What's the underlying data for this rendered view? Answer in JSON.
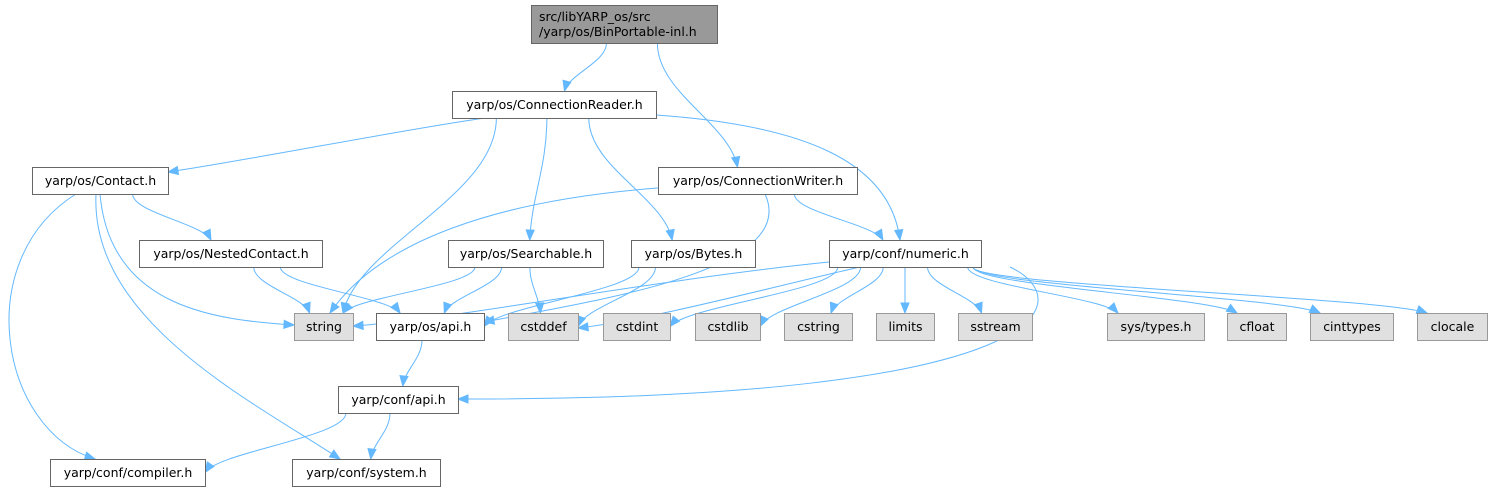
{
  "diagram": {
    "type": "include-dependency-graph",
    "colors": {
      "edge": "#63b8ff",
      "root_fill": "#999999",
      "node_fill": "#ffffff",
      "system_fill": "#e0e0e0",
      "border": "#666666"
    },
    "nodes": [
      {
        "id": "root",
        "lines": [
          "src/libYARP_os/src",
          "/yarp/os/BinPortable-inl.h"
        ],
        "kind": "root"
      },
      {
        "id": "connreader",
        "lines": [
          "yarp/os/ConnectionReader.h"
        ],
        "kind": "normal"
      },
      {
        "id": "connwriter",
        "lines": [
          "yarp/os/ConnectionWriter.h"
        ],
        "kind": "normal"
      },
      {
        "id": "contact",
        "lines": [
          "yarp/os/Contact.h"
        ],
        "kind": "normal"
      },
      {
        "id": "nested",
        "lines": [
          "yarp/os/NestedContact.h"
        ],
        "kind": "normal"
      },
      {
        "id": "searchable",
        "lines": [
          "yarp/os/Searchable.h"
        ],
        "kind": "normal"
      },
      {
        "id": "bytes",
        "lines": [
          "yarp/os/Bytes.h"
        ],
        "kind": "normal"
      },
      {
        "id": "numeric",
        "lines": [
          "yarp/conf/numeric.h"
        ],
        "kind": "normal"
      },
      {
        "id": "string",
        "lines": [
          "string"
        ],
        "kind": "system"
      },
      {
        "id": "osapi",
        "lines": [
          "yarp/os/api.h"
        ],
        "kind": "normal"
      },
      {
        "id": "cstddef",
        "lines": [
          "cstddef"
        ],
        "kind": "system"
      },
      {
        "id": "cstdint",
        "lines": [
          "cstdint"
        ],
        "kind": "system"
      },
      {
        "id": "cstdlib",
        "lines": [
          "cstdlib"
        ],
        "kind": "system"
      },
      {
        "id": "cstring",
        "lines": [
          "cstring"
        ],
        "kind": "system"
      },
      {
        "id": "limits",
        "lines": [
          "limits"
        ],
        "kind": "system"
      },
      {
        "id": "sstream",
        "lines": [
          "sstream"
        ],
        "kind": "system"
      },
      {
        "id": "systypes",
        "lines": [
          "sys/types.h"
        ],
        "kind": "system"
      },
      {
        "id": "cfloat",
        "lines": [
          "cfloat"
        ],
        "kind": "system"
      },
      {
        "id": "cinttypes",
        "lines": [
          "cinttypes"
        ],
        "kind": "system"
      },
      {
        "id": "clocale",
        "lines": [
          "clocale"
        ],
        "kind": "system"
      },
      {
        "id": "confapi",
        "lines": [
          "yarp/conf/api.h"
        ],
        "kind": "normal"
      },
      {
        "id": "compiler",
        "lines": [
          "yarp/conf/compiler.h"
        ],
        "kind": "normal"
      },
      {
        "id": "system",
        "lines": [
          "yarp/conf/system.h"
        ],
        "kind": "normal"
      }
    ],
    "edges": [
      [
        "root",
        "connreader"
      ],
      [
        "root",
        "connwriter"
      ],
      [
        "connreader",
        "contact"
      ],
      [
        "connreader",
        "string"
      ],
      [
        "connreader",
        "searchable"
      ],
      [
        "connreader",
        "bytes"
      ],
      [
        "connreader",
        "numeric"
      ],
      [
        "contact",
        "nested"
      ],
      [
        "contact",
        "string"
      ],
      [
        "contact",
        "compiler"
      ],
      [
        "contact",
        "system"
      ],
      [
        "nested",
        "string"
      ],
      [
        "nested",
        "osapi"
      ],
      [
        "connwriter",
        "string"
      ],
      [
        "connwriter",
        "osapi"
      ],
      [
        "connwriter",
        "numeric"
      ],
      [
        "searchable",
        "string"
      ],
      [
        "searchable",
        "osapi"
      ],
      [
        "searchable",
        "cstddef"
      ],
      [
        "bytes",
        "osapi"
      ],
      [
        "bytes",
        "cstddef"
      ],
      [
        "numeric",
        "string"
      ],
      [
        "numeric",
        "cstddef"
      ],
      [
        "numeric",
        "cstdint"
      ],
      [
        "numeric",
        "cstdlib"
      ],
      [
        "numeric",
        "cstring"
      ],
      [
        "numeric",
        "limits"
      ],
      [
        "numeric",
        "sstream"
      ],
      [
        "numeric",
        "systypes"
      ],
      [
        "numeric",
        "cfloat"
      ],
      [
        "numeric",
        "cinttypes"
      ],
      [
        "numeric",
        "clocale"
      ],
      [
        "numeric",
        "confapi"
      ],
      [
        "osapi",
        "confapi"
      ],
      [
        "confapi",
        "compiler"
      ],
      [
        "confapi",
        "system"
      ]
    ]
  }
}
